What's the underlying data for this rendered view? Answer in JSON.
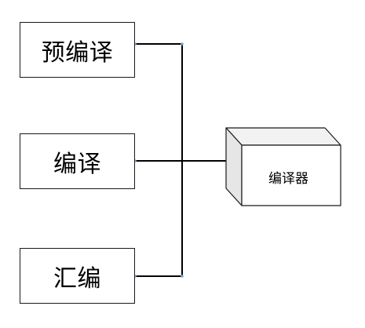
{
  "boxes": {
    "preprocess": "预编译",
    "compile": "编译",
    "assemble": "汇编"
  },
  "compiler": {
    "label": "编译器"
  },
  "colors": {
    "stroke": "#1a1a1a",
    "connector": "#000000",
    "cube_front": "#ffffff",
    "cube_side": "#e6e6e6",
    "cube_top": "#f2f2f2",
    "endpoint": "#6fa8dc"
  }
}
